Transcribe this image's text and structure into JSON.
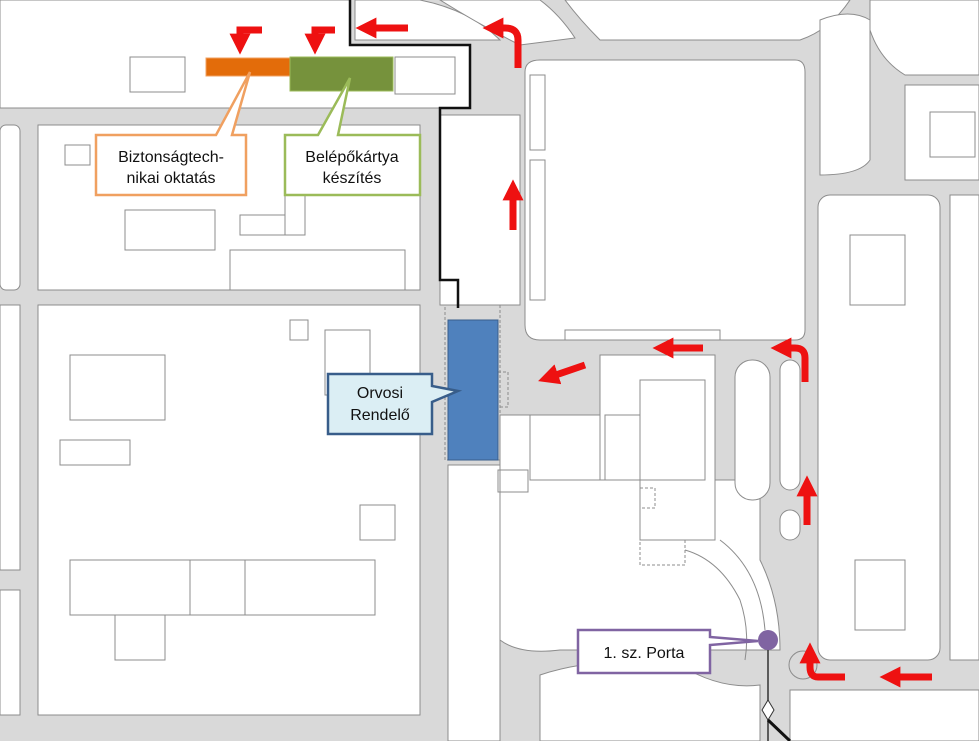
{
  "labels": {
    "safety_training": {
      "line1": "Biztonságtech-",
      "line2": "nikai oktatás"
    },
    "badge_making": {
      "line1": "Belépőkártya",
      "line2": "készítés"
    },
    "medical_office": {
      "line1": "Orvosi",
      "line2": "Rendelő"
    },
    "gate": {
      "text": "1. sz. Porta"
    }
  },
  "colors": {
    "road": "#d9d9d9",
    "block": "#ffffff",
    "outline": "#8c8c8c",
    "arrow": "#ee1111",
    "safety_training": "#e36c0a",
    "safety_training_border": "#f0a060",
    "badge_making": "#76923c",
    "badge_making_border": "#9bbb59",
    "medical_office": "#4f81bd",
    "medical_office_border": "#385d8a",
    "medical_label_fill": "#dbeef4",
    "gate": "#8064a2"
  },
  "icons": {
    "route_arrow": "arrow-icon",
    "gate_marker": "gate-marker-icon"
  }
}
